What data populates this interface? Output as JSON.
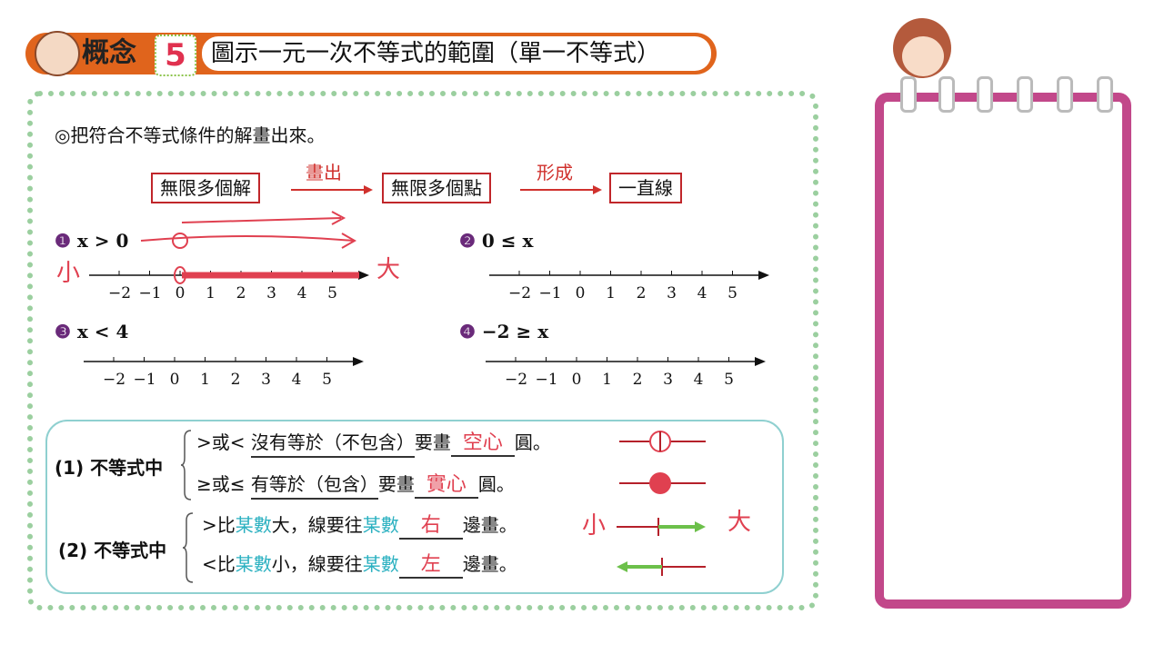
{
  "header": {
    "concept": "概念",
    "number": "5",
    "title": "圖示一元一次不等式的範圍（單一不等式）"
  },
  "intro": "◎把符合不等式條件的解畫出來。",
  "flow": {
    "box1": "無限多個解",
    "arrow1": "畫出",
    "box2": "無限多個點",
    "arrow2": "形成",
    "box3": "一直線"
  },
  "problems": [
    {
      "marker": "❶",
      "expr": "x > 0",
      "ticks": [
        "−2",
        "−1",
        "0",
        "1",
        "2",
        "3",
        "4",
        "5"
      ]
    },
    {
      "marker": "❷",
      "expr": "0 ≤ x",
      "ticks": [
        "−2",
        "−1",
        "0",
        "1",
        "2",
        "3",
        "4",
        "5"
      ]
    },
    {
      "marker": "❸",
      "expr": "x < 4",
      "ticks": [
        "−2",
        "−1",
        "0",
        "1",
        "2",
        "3",
        "4",
        "5"
      ]
    },
    {
      "marker": "❹",
      "expr": "−2 ≥ x",
      "ticks": [
        "−2",
        "−1",
        "0",
        "1",
        "2",
        "3",
        "4",
        "5"
      ]
    }
  ],
  "annotations": {
    "small": "小",
    "big": "大",
    "small2": "小",
    "big2": "大"
  },
  "rules": {
    "r1_label": "(1) 不等式中",
    "r1a_pre": ">或<",
    "r1a_u": "沒有等於（不包含）",
    "r1a_mid": "要畫",
    "r1a_fill": "空心",
    "r1a_end": "圓。",
    "r1b_pre": "≥或≤",
    "r1b_u": "有等於（包含）",
    "r1b_mid": "要畫",
    "r1b_fill": "實心",
    "r1b_end": "圓。",
    "r2_label": "(2) 不等式中",
    "r2a_1": ">比",
    "r2a_2": "某數",
    "r2a_3": "大，線要往",
    "r2a_4": "某數",
    "r2a_fill": "右",
    "r2a_end": "邊畫。",
    "r2b_1": "<比",
    "r2b_2": "某數",
    "r2b_3": "小，線要往",
    "r2b_4": "某數",
    "r2b_fill": "左",
    "r2b_end": "邊畫。"
  },
  "colors": {
    "accent": "#e0641c",
    "red": "#c0262a",
    "teal": "#2ab0c0",
    "green": "#6cc04a",
    "notepad": "#c2488a"
  }
}
